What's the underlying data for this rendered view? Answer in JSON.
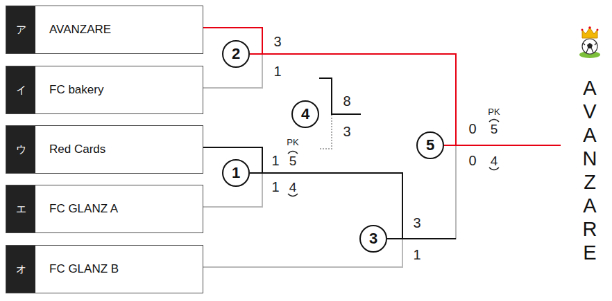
{
  "diagram": {
    "nodes": [
      {
        "text": [
          "ア",
          "AVANZARE"
        ]
      },
      {
        "text": [
          "イ",
          "FC bakery"
        ]
      },
      {
        "text": [
          "ウ",
          "Red Cards"
        ]
      },
      {
        "text": [
          "エ",
          "FC GLANZ A"
        ]
      },
      {
        "text": [
          "オ",
          "FC GLANZ B"
        ]
      },
      {
        "text": [
          "1"
        ]
      },
      {
        "text": [
          "2"
        ]
      },
      {
        "text": [
          "3"
        ]
      },
      {
        "text": [
          "4"
        ]
      },
      {
        "text": [
          "5"
        ]
      }
    ],
    "edges": [
      {
        "from": 0,
        "to": 6,
        "arrow": "none"
      },
      {
        "from": 1,
        "to": 6,
        "arrow": "none"
      },
      {
        "from": 2,
        "to": 5,
        "arrow": "none"
      },
      {
        "from": 3,
        "to": 5,
        "arrow": "none"
      },
      {
        "from": 5,
        "to": 7,
        "arrow": "none"
      },
      {
        "from": 4,
        "to": 7,
        "arrow": "none"
      },
      {
        "from": 6,
        "to": 9,
        "arrow": "none"
      },
      {
        "from": 7,
        "to": 9,
        "arrow": "none"
      }
    ],
    "labels": [
      "3",
      "1",
      "8",
      "3",
      "PK",
      "0",
      "5",
      "PK",
      "1",
      "5",
      "0",
      "4",
      "1",
      "4",
      "3",
      "1",
      "AVANZARE"
    ]
  }
}
